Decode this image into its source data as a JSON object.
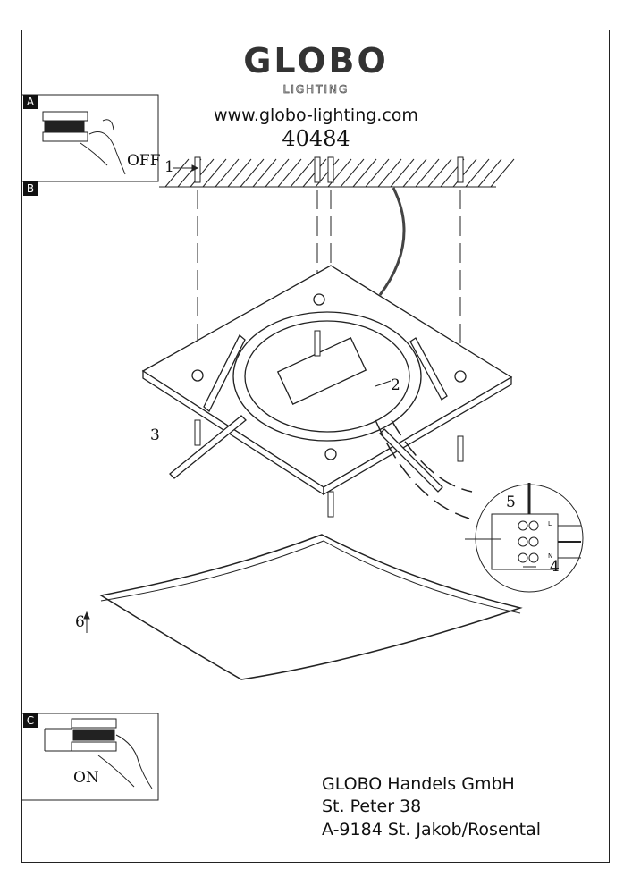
{
  "brand": {
    "logo": "GLOBO",
    "sublogo": "LIGHTING",
    "website": "www.globo-lighting.com",
    "model": "40484"
  },
  "steps": {
    "a": {
      "tag": "A",
      "state": "OFF"
    },
    "b": {
      "tag": "B"
    },
    "c": {
      "tag": "C",
      "state": "ON"
    },
    "callouts": [
      "1",
      "2",
      "3",
      "4",
      "5",
      "6"
    ],
    "terminal_labels": [
      "L",
      "N"
    ]
  },
  "address": [
    "GLOBO Handels GmbH",
    "St. Peter  38",
    "A-9184 St. Jakob/Rosental"
  ]
}
